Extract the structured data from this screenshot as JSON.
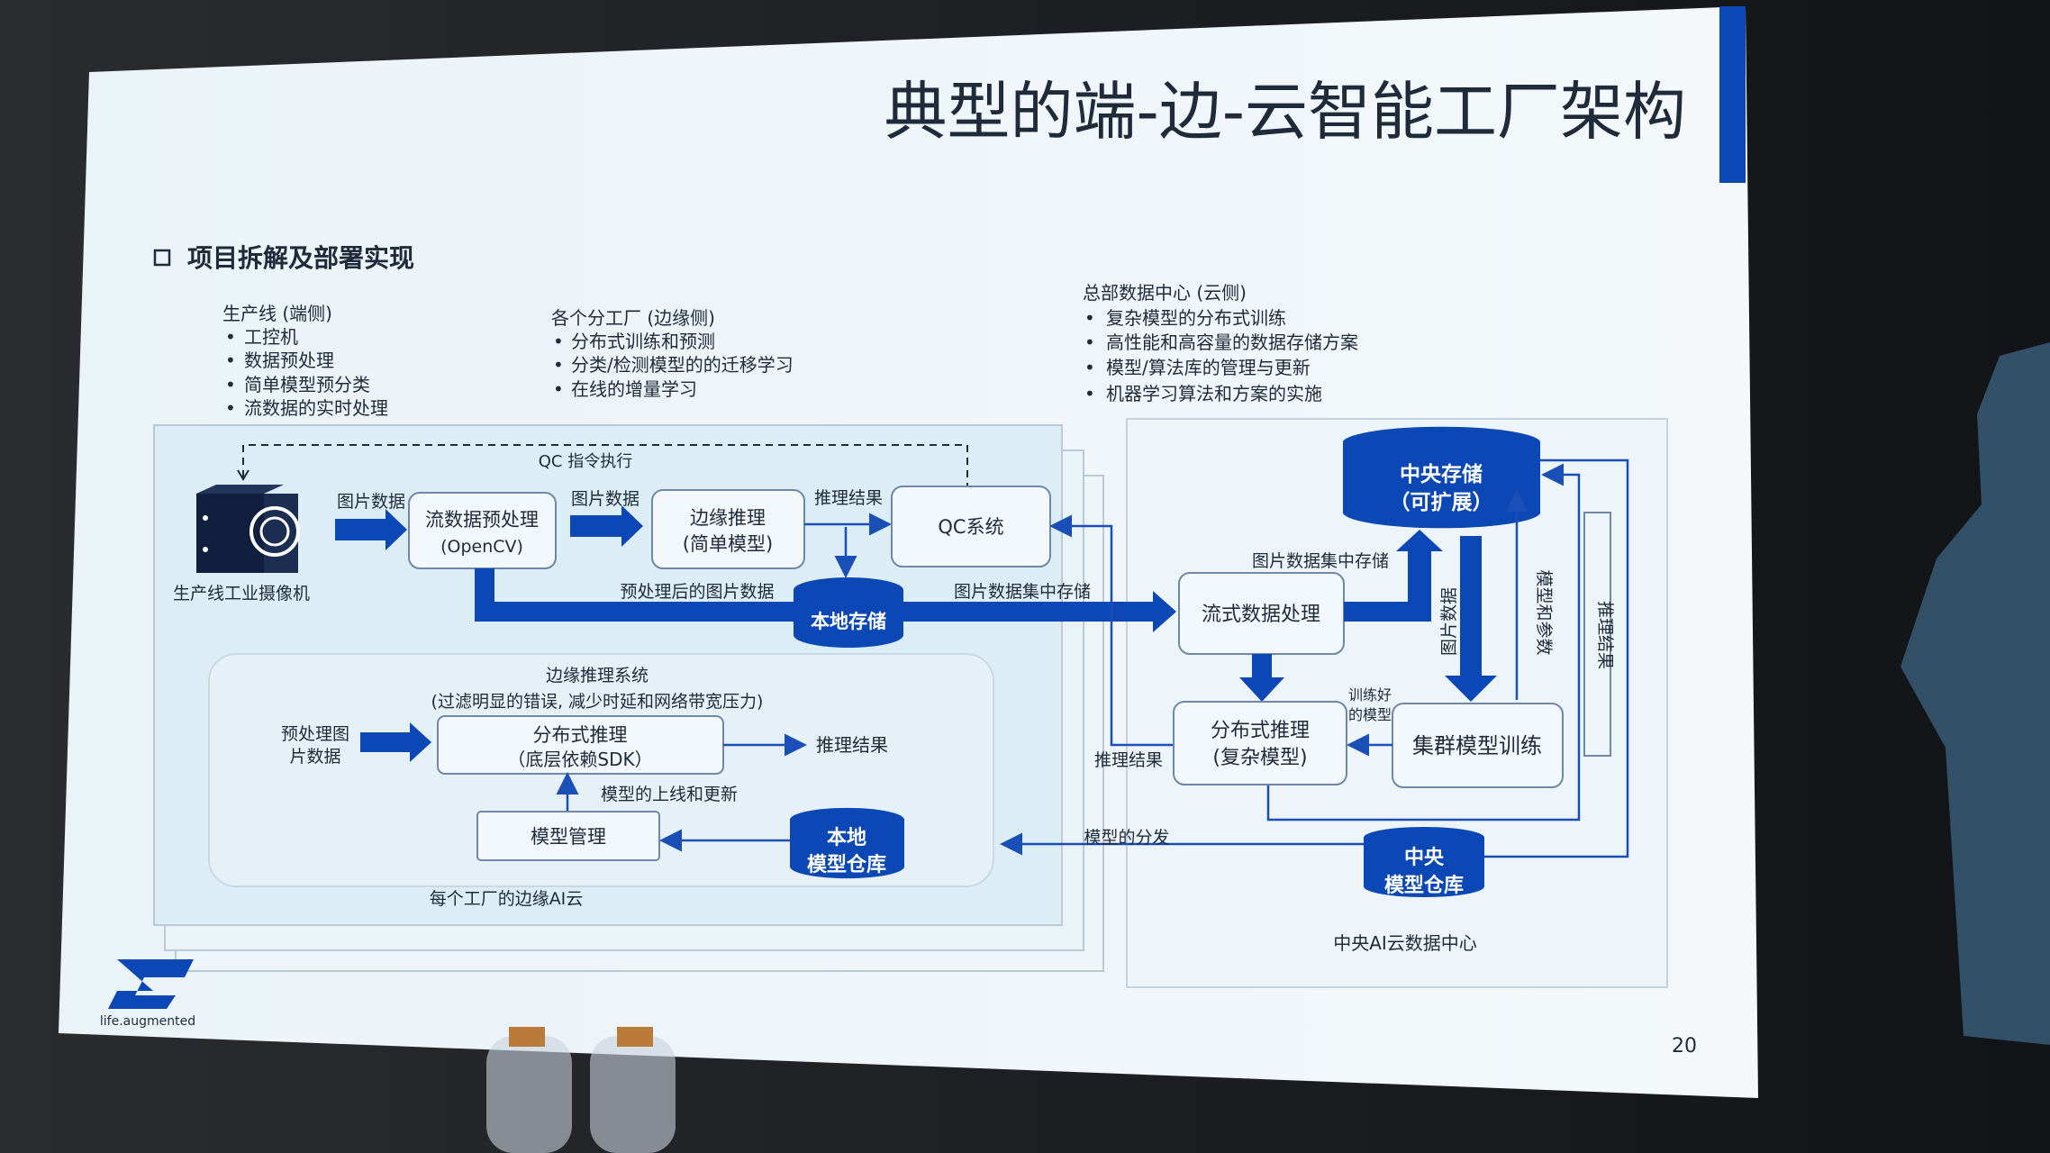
{
  "slide": {
    "title": "典型的端-边-云智能工厂架构",
    "section_heading": "项目拆解及部署实现",
    "page_number": "20",
    "logo_text": "life.augmented",
    "accent_color": "#0b47b5",
    "columns": [
      {
        "title": "生产线 (端侧)",
        "items": [
          "工控机",
          "数据预处理",
          "简单模型预分类",
          "流数据的实时处理"
        ]
      },
      {
        "title": "各个分工厂 (边缘侧)",
        "items": [
          "分布式训练和预测",
          "分类/检测模型的的迁移学习",
          "在线的增量学习"
        ]
      },
      {
        "title": "总部数据中心 (云侧)",
        "items": [
          "复杂模型的分布式训练",
          "高性能和高容量的数据存储方案",
          "模型/算法库的管理与更新",
          "机器学习算法和方案的实施"
        ]
      }
    ]
  },
  "diagram": {
    "camera_label": "生产线工业摄像机",
    "qc_command": "QC 指令执行",
    "image_data_1": "图片数据",
    "image_data_2": "图片数据",
    "stream_preprocess": [
      "流数据预处理",
      "(OpenCV)"
    ],
    "edge_inference": [
      "边缘推理",
      "(简单模型)"
    ],
    "inference_result_1": "推理结果",
    "qc_system": "QC系统",
    "preprocessed_data": "预处理后的图片数据",
    "local_storage": "本地存储",
    "central_store_label_1": "图片数据集中存储",
    "stream_processing": "流式数据处理",
    "central_store_label_2": "图片数据集中存储",
    "central_storage": [
      "中央存储",
      "（可扩展）"
    ],
    "image_data_vertical": "图片数据",
    "model_params_vertical": "模型和参数",
    "inference_result_vertical": "推理结果",
    "distributed_inference_complex": [
      "分布式推理",
      "(复杂模型)"
    ],
    "cluster_training": "集群模型训练",
    "trained_model": [
      "训练好",
      "的模型"
    ],
    "inference_result_2": "推理结果",
    "central_model_repo": [
      "中央",
      "模型仓库"
    ],
    "model_distribution": "模型的分发",
    "central_cloud_label": "中央AI云数据中心",
    "edge_system_title": "边缘推理系统",
    "edge_system_subtitle": "(过滤明显的错误, 减少时延和网络带宽压力)",
    "preprocessed_input": [
      "预处理图",
      "片数据"
    ],
    "distributed_inference_sdk": [
      "分布式推理",
      "（底层依赖SDK）"
    ],
    "inference_result_3": "推理结果",
    "model_online_update": "模型的上线和更新",
    "model_management": "模型管理",
    "local_model_repo": [
      "本地",
      "模型仓库"
    ],
    "edge_cloud_label": "每个工厂的边缘AI云"
  }
}
